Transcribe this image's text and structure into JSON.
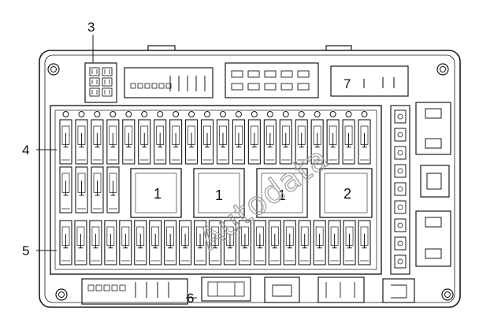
{
  "diagram": {
    "callouts": {
      "c3": "3",
      "c4": "4",
      "c5": "5",
      "c6": "6",
      "c7": "7"
    },
    "relay_labels": [
      "1",
      "1",
      "1",
      "2"
    ],
    "watermark": "Autodata",
    "upper_fuse_count": 20,
    "middle_fuse_count": 4,
    "lower_fuse_count": 21,
    "right_column_fuse_count": 9,
    "colors": {
      "line": "#1a1a1a",
      "background": "#ffffff",
      "watermark": "#9a9a9a"
    }
  }
}
